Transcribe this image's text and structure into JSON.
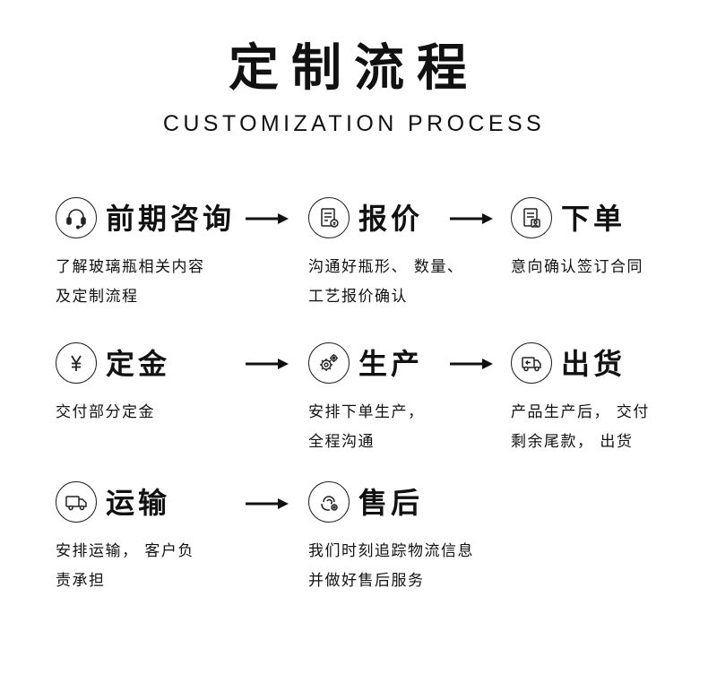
{
  "header": {
    "title": "定制流程",
    "subtitle": "CUSTOMIZATION PROCESS"
  },
  "steps": [
    {
      "icon": "headset-icon",
      "label": "前期咨询",
      "desc": "了解玻璃瓶相关内容\n及定制流程"
    },
    {
      "icon": "quote-document-icon",
      "label": "报价",
      "desc": "沟通好瓶形、 数量、\n工艺报价确认"
    },
    {
      "icon": "order-form-icon",
      "label": "下单",
      "desc": "意向确认签订合同"
    },
    {
      "icon": "yen-coin-icon",
      "label": "定金",
      "desc": "交付部分定金"
    },
    {
      "icon": "gears-icon",
      "label": "生产",
      "desc": "安排下单生产，\n全程沟通"
    },
    {
      "icon": "delivery-truck-icon",
      "label": "出货",
      "desc": "产品生产后， 交付\n剩余尾款， 出货"
    },
    {
      "icon": "truck-icon",
      "label": "运输",
      "desc": "安排运输， 客户负\n责承担"
    },
    {
      "icon": "support-hand-icon",
      "label": "售后",
      "desc": "我们时刻追踪物流信息\n并做好售后服务"
    }
  ]
}
